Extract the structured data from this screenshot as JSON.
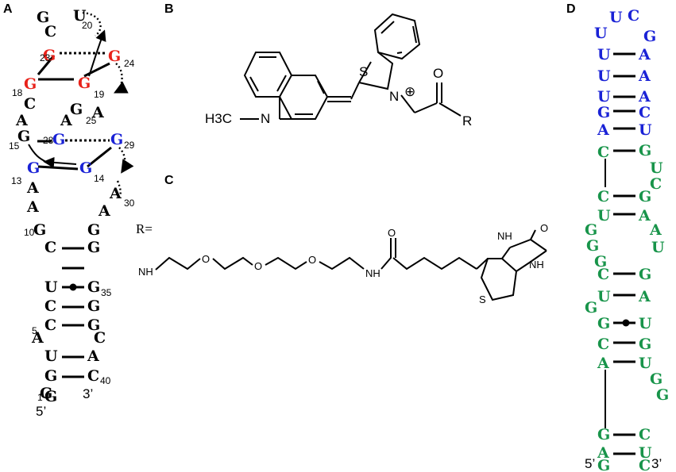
{
  "panels": {
    "a": "A",
    "b": "B",
    "c": "C",
    "d": "D"
  },
  "colors": {
    "black": "#000000",
    "red": "#e8221a",
    "blue": "#1a22d6",
    "green": "#18944a"
  },
  "panel_a": {
    "nucleotides": [
      {
        "id": "g1",
        "letter": "G",
        "color": "black"
      },
      {
        "id": "u20",
        "letter": "U",
        "color": "black"
      },
      {
        "id": "c21",
        "letter": "C",
        "color": "black"
      },
      {
        "id": "g22",
        "letter": "G",
        "color": "black"
      },
      {
        "id": "g23",
        "letter": "G",
        "color": "red"
      },
      {
        "id": "g24",
        "letter": "G",
        "color": "red"
      },
      {
        "id": "g18",
        "letter": "G",
        "color": "red"
      },
      {
        "id": "g19",
        "letter": "G",
        "color": "red"
      },
      {
        "id": "c17",
        "letter": "C",
        "color": "black"
      },
      {
        "id": "g26",
        "letter": "G",
        "color": "black"
      },
      {
        "id": "a25",
        "letter": "A",
        "color": "black"
      },
      {
        "id": "a16",
        "letter": "A",
        "color": "black"
      },
      {
        "id": "a27",
        "letter": "A",
        "color": "black"
      },
      {
        "id": "g15",
        "letter": "G",
        "color": "black"
      },
      {
        "id": "g28",
        "letter": "G",
        "color": "blue"
      },
      {
        "id": "g29",
        "letter": "G",
        "color": "blue"
      },
      {
        "id": "g13",
        "letter": "G",
        "color": "blue"
      },
      {
        "id": "g14",
        "letter": "G",
        "color": "blue"
      },
      {
        "id": "a12",
        "letter": "A",
        "color": "black"
      },
      {
        "id": "a30",
        "letter": "A",
        "color": "black"
      },
      {
        "id": "a11",
        "letter": "A",
        "color": "black"
      },
      {
        "id": "a31",
        "letter": "A",
        "color": "black"
      },
      {
        "id": "g10",
        "letter": "G",
        "color": "black"
      },
      {
        "id": "g32",
        "letter": "G",
        "color": "black"
      },
      {
        "id": "c9",
        "letter": "C",
        "color": "black"
      },
      {
        "id": "g33",
        "letter": "G",
        "color": "black"
      },
      {
        "id": "u8",
        "letter": "U",
        "color": "black"
      },
      {
        "id": "g35",
        "letter": "G",
        "color": "black"
      },
      {
        "id": "c7",
        "letter": "C",
        "color": "black"
      },
      {
        "id": "g36",
        "letter": "G",
        "color": "black"
      },
      {
        "id": "c6",
        "letter": "C",
        "color": "black"
      },
      {
        "id": "g37",
        "letter": "G",
        "color": "black"
      },
      {
        "id": "a5",
        "letter": "A",
        "color": "black"
      },
      {
        "id": "c38",
        "letter": "C",
        "color": "black"
      },
      {
        "id": "u4",
        "letter": "U",
        "color": "black"
      },
      {
        "id": "a39",
        "letter": "A",
        "color": "black"
      },
      {
        "id": "g3",
        "letter": "G",
        "color": "black"
      },
      {
        "id": "c40",
        "letter": "C",
        "color": "black"
      },
      {
        "id": "g2",
        "letter": "G",
        "color": "black"
      }
    ],
    "numbers": [
      "20",
      "23",
      "24",
      "18",
      "19",
      "25",
      "15",
      "28",
      "29",
      "13",
      "14",
      "30",
      "10",
      "35",
      "5",
      "40",
      "1"
    ],
    "five_prime": "5’",
    "three_prime": "3’"
  },
  "panel_b": {
    "atoms": {
      "s": "S",
      "n_plus": "N",
      "plus": "⊕",
      "o": "O",
      "r": "R",
      "h3c": "H3C",
      "n_methyl": "N"
    }
  },
  "panel_c": {
    "r_label": "R=",
    "atoms": {
      "nh_end": "NH",
      "o1": "O",
      "o2": "O",
      "o3": "O",
      "nh_amide": "NH",
      "o_amide": "O",
      "nh_ring1": "NH",
      "nh_ring2": "NH",
      "o_urea": "O",
      "s": "S"
    }
  },
  "panel_d": {
    "nucleotides": [
      {
        "id": "d-u1",
        "letter": "U",
        "color": "blue"
      },
      {
        "id": "d-c1",
        "letter": "C",
        "color": "blue"
      },
      {
        "id": "d-u2",
        "letter": "U",
        "color": "blue"
      },
      {
        "id": "d-g1",
        "letter": "G",
        "color": "blue"
      },
      {
        "id": "d-u3",
        "letter": "U",
        "color": "blue"
      },
      {
        "id": "d-a1",
        "letter": "A",
        "color": "blue"
      },
      {
        "id": "d-u4",
        "letter": "U",
        "color": "blue"
      },
      {
        "id": "d-a2",
        "letter": "A",
        "color": "blue"
      },
      {
        "id": "d-u5",
        "letter": "U",
        "color": "blue"
      },
      {
        "id": "d-a3",
        "letter": "A",
        "color": "blue"
      },
      {
        "id": "d-g2",
        "letter": "G",
        "color": "blue"
      },
      {
        "id": "d-c2",
        "letter": "C",
        "color": "blue"
      },
      {
        "id": "d-a4",
        "letter": "A",
        "color": "blue"
      },
      {
        "id": "d-u6",
        "letter": "U",
        "color": "blue"
      },
      {
        "id": "d-c3",
        "letter": "C",
        "color": "green"
      },
      {
        "id": "d-g3",
        "letter": "G",
        "color": "green"
      },
      {
        "id": "d-u7",
        "letter": "U",
        "color": "green"
      },
      {
        "id": "d-c4",
        "letter": "C",
        "color": "green"
      },
      {
        "id": "d-c5",
        "letter": "C",
        "color": "green"
      },
      {
        "id": "d-g4",
        "letter": "G",
        "color": "green"
      },
      {
        "id": "d-u8",
        "letter": "U",
        "color": "green"
      },
      {
        "id": "d-a5",
        "letter": "A",
        "color": "green"
      },
      {
        "id": "d-g5",
        "letter": "G",
        "color": "green"
      },
      {
        "id": "d-g6",
        "letter": "G",
        "color": "green"
      },
      {
        "id": "d-a6",
        "letter": "A",
        "color": "green"
      },
      {
        "id": "d-u9",
        "letter": "U",
        "color": "green"
      },
      {
        "id": "d-g7",
        "letter": "G",
        "color": "green"
      },
      {
        "id": "d-c6",
        "letter": "C",
        "color": "green"
      },
      {
        "id": "d-g8",
        "letter": "G",
        "color": "green"
      },
      {
        "id": "d-u10",
        "letter": "U",
        "color": "green"
      },
      {
        "id": "d-a7",
        "letter": "A",
        "color": "green"
      },
      {
        "id": "d-g9",
        "letter": "G",
        "color": "green"
      },
      {
        "id": "d-g10",
        "letter": "G",
        "color": "green"
      },
      {
        "id": "d-u11",
        "letter": "U",
        "color": "green"
      },
      {
        "id": "d-c7",
        "letter": "C",
        "color": "green"
      },
      {
        "id": "d-g11",
        "letter": "G",
        "color": "green"
      },
      {
        "id": "d-a8",
        "letter": "A",
        "color": "green"
      },
      {
        "id": "d-u12",
        "letter": "U",
        "color": "green"
      },
      {
        "id": "d-g12",
        "letter": "G",
        "color": "green"
      },
      {
        "id": "d-g13",
        "letter": "G",
        "color": "green"
      },
      {
        "id": "d-g14",
        "letter": "G",
        "color": "green"
      },
      {
        "id": "d-c8",
        "letter": "C",
        "color": "green"
      },
      {
        "id": "d-a9",
        "letter": "A",
        "color": "green"
      },
      {
        "id": "d-u13",
        "letter": "U",
        "color": "green"
      },
      {
        "id": "d-g15",
        "letter": "G",
        "color": "green"
      },
      {
        "id": "d-c9",
        "letter": "C",
        "color": "green"
      }
    ],
    "five_prime": "5’",
    "three_prime": "3’"
  }
}
